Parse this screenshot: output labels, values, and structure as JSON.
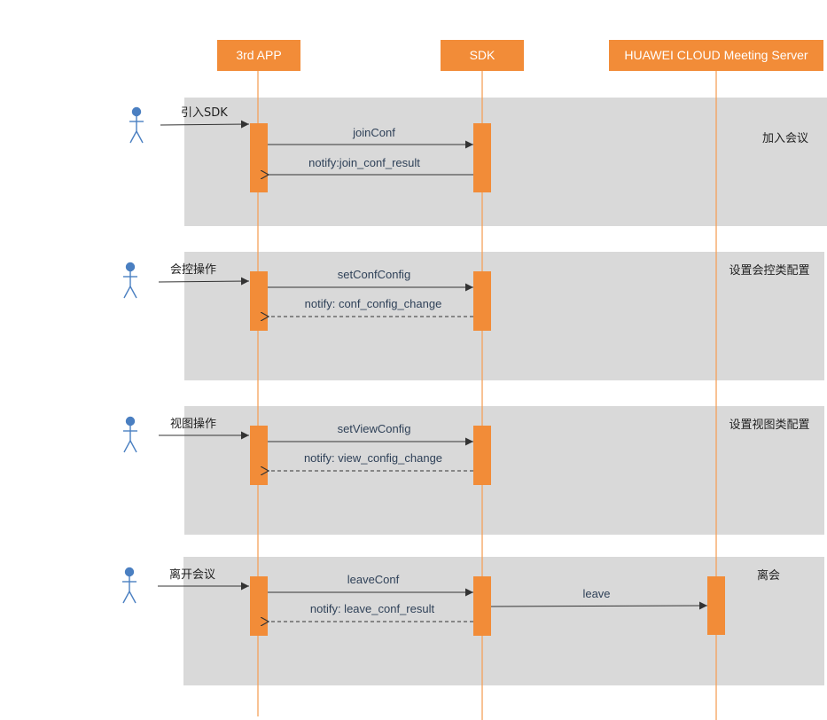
{
  "participants": [
    {
      "label": "3rd APP"
    },
    {
      "label": "SDK"
    },
    {
      "label": "HUAWEI CLOUD Meeting Server"
    }
  ],
  "phases": [
    {
      "title": "加入会议",
      "user_action": "引入SDK",
      "request": "joinConf",
      "notify": "notify:join_conf_result"
    },
    {
      "title": "设置会控类配置",
      "user_action": "会控操作",
      "request": "setConfConfig",
      "notify": "notify: conf_config_change"
    },
    {
      "title": "设置视图类配置",
      "user_action": "视图操作",
      "request": "setViewConfig",
      "notify": "notify: view_config_change"
    },
    {
      "title": "离会",
      "user_action": "离开会议",
      "request": "leaveConf",
      "notify": "notify: leave_conf_result",
      "server_call": "leave"
    }
  ],
  "colors": {
    "participant_fill": "#f28c38",
    "lifeline": "#f5a15a",
    "activation": "#f28c38",
    "phase_band": "#d9d9d9",
    "actor": "#4a7fc1",
    "arrow": "#333333"
  }
}
